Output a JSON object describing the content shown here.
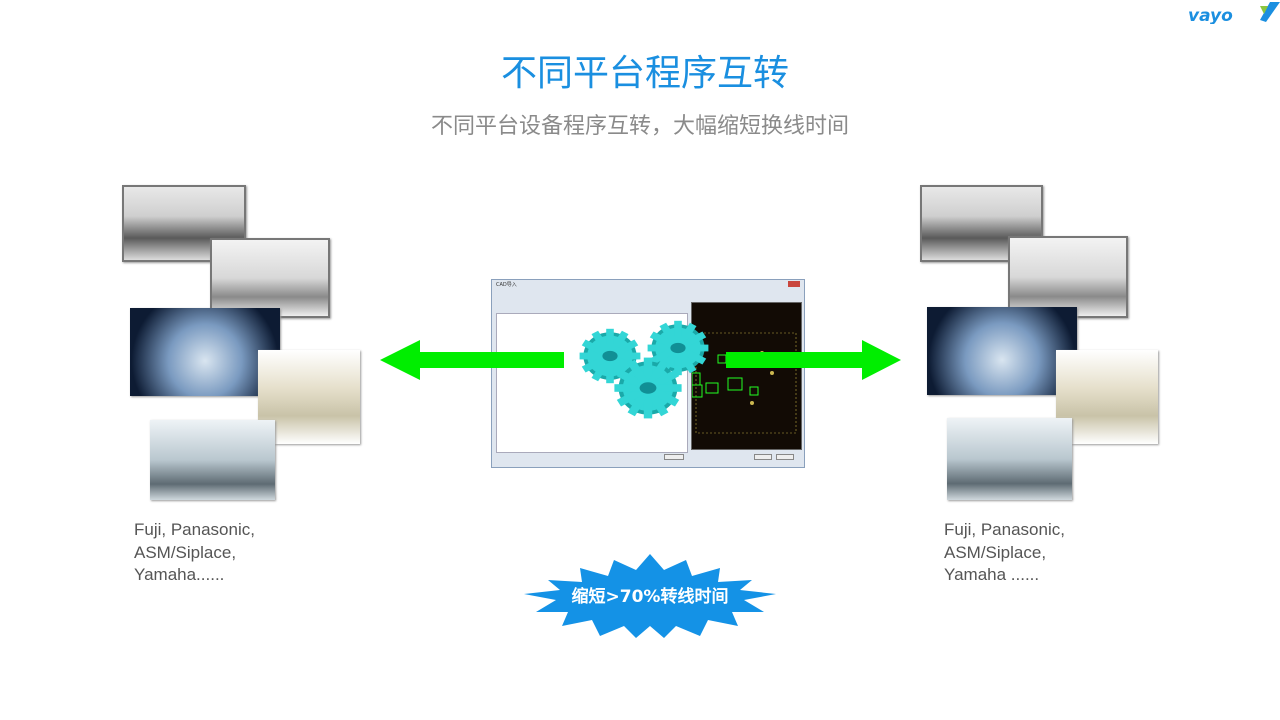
{
  "logo": {
    "text": "vayo"
  },
  "header": {
    "title": "不同平台程序互转",
    "subtitle": "不同平台设备程序互转，大幅缩短换线时间"
  },
  "left_group": {
    "caption": [
      "Fuji, Panasonic,",
      "ASM/Siplace,",
      "Yamaha......"
    ]
  },
  "right_group": {
    "caption": [
      "Fuji, Panasonic,",
      "ASM/Siplace,",
      "Yamaha ......"
    ]
  },
  "dialog": {
    "title": "CAD导入"
  },
  "badge": {
    "text": "缩短>70%转线时间"
  },
  "colors": {
    "title": "#1a8fe0",
    "arrow": "#00ee00",
    "gear": "#33d6d6",
    "badge": "#1492e6"
  }
}
